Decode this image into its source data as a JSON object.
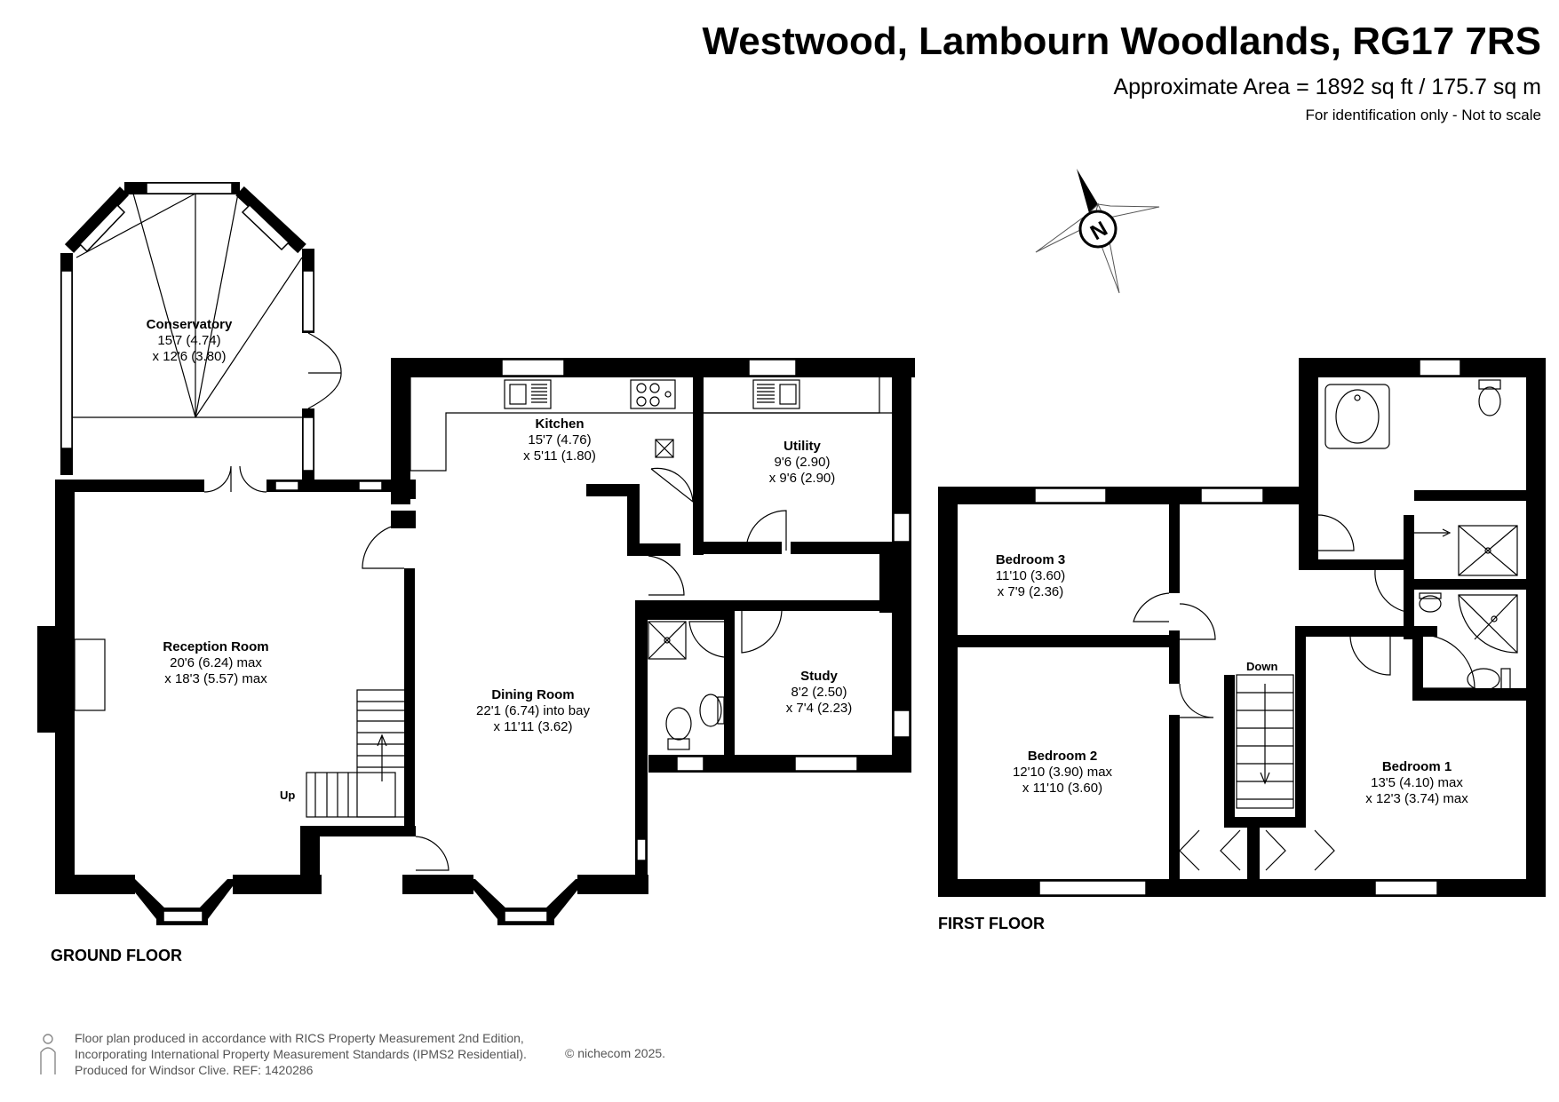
{
  "header": {
    "title": "Westwood, Lambourn Woodlands, RG17 7RS",
    "area": "Approximate Area = 1892 sq ft / 175.7 sq m",
    "note": "For identification only - Not to scale"
  },
  "compass": {
    "label": "N"
  },
  "ground_floor": {
    "label": "GROUND FLOOR",
    "stair_label": "Up",
    "rooms": [
      {
        "name": "Conservatory",
        "dim1": "15'7 (4.74)",
        "dim2": "x 12'6 (3.80)"
      },
      {
        "name": "Kitchen",
        "dim1": "15'7 (4.76)",
        "dim2": "x 5'11 (1.80)"
      },
      {
        "name": "Utility",
        "dim1": "9'6 (2.90)",
        "dim2": "x 9'6 (2.90)"
      },
      {
        "name": "Reception Room",
        "dim1": "20'6 (6.24) max",
        "dim2": "x 18'3 (5.57) max"
      },
      {
        "name": "Dining Room",
        "dim1": "22'1 (6.74) into bay",
        "dim2": "x 11'11 (3.62)"
      },
      {
        "name": "Study",
        "dim1": "8'2 (2.50)",
        "dim2": "x 7'4 (2.23)"
      }
    ]
  },
  "first_floor": {
    "label": "FIRST FLOOR",
    "stair_label": "Down",
    "rooms": [
      {
        "name": "Bedroom 3",
        "dim1": "11'10 (3.60)",
        "dim2": "x 7'9 (2.36)"
      },
      {
        "name": "Bedroom 2",
        "dim1": "12'10 (3.90) max",
        "dim2": "x 11'10 (3.60)"
      },
      {
        "name": "Bedroom 1",
        "dim1": "13'5 (4.10) max",
        "dim2": "x 12'3 (3.74) max"
      }
    ]
  },
  "footer": {
    "line1": "Floor plan produced in accordance with RICS Property Measurement 2nd Edition,",
    "line2": "Incorporating International Property Measurement Standards (IPMS2 Residential).",
    "line3": "Produced for Windsor Clive.   REF:  1420286",
    "copyright": "© nichecom 2025."
  }
}
